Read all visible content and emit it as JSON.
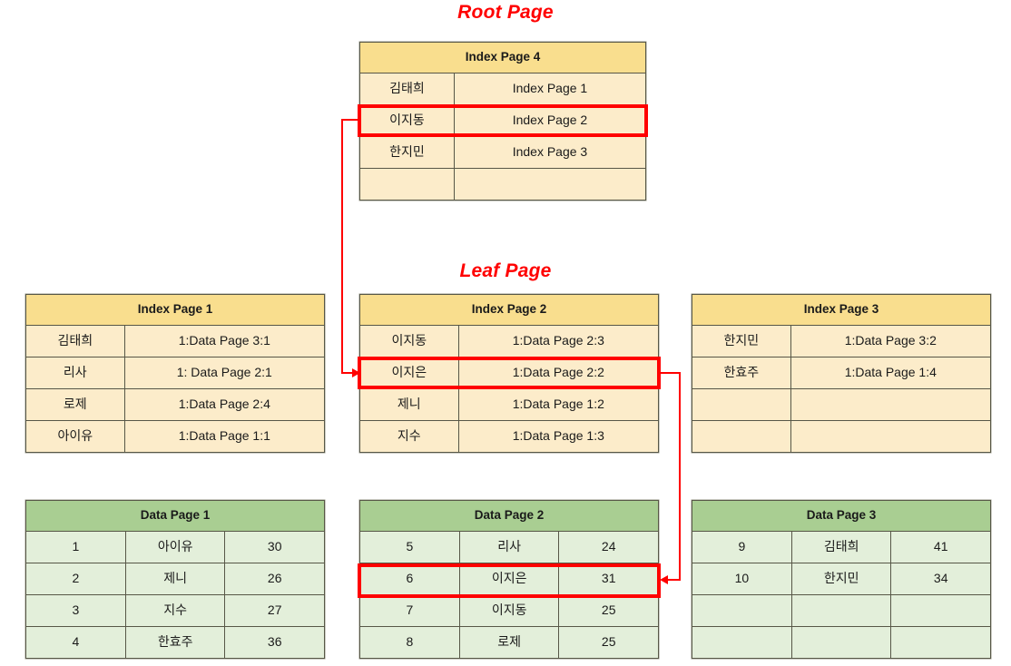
{
  "titles": {
    "root": "Root Page",
    "leaf": "Leaf Page"
  },
  "colors": {
    "index_header": "#F9DE8E",
    "index_cell": "#FCECCA",
    "data_header": "#A9CE92",
    "data_cell": "#E3EFDA",
    "highlight": "#FF0000",
    "title_text": "#FF0000",
    "border": "#575747"
  },
  "root_page": {
    "title": "Index Page 4",
    "rows": [
      {
        "key": "김태희",
        "pointer": "Index Page 1",
        "highlighted": false
      },
      {
        "key": "이지동",
        "pointer": "Index Page 2",
        "highlighted": true
      },
      {
        "key": "한지민",
        "pointer": "Index Page 3",
        "highlighted": false
      },
      {
        "key": "",
        "pointer": "",
        "highlighted": false
      }
    ]
  },
  "leaf_pages": [
    {
      "title": "Index Page 1",
      "rows": [
        {
          "key": "김태희",
          "pointer": "1:Data Page 3:1",
          "highlighted": false
        },
        {
          "key": "리사",
          "pointer": "1: Data Page 2:1",
          "highlighted": false
        },
        {
          "key": "로제",
          "pointer": "1:Data Page 2:4",
          "highlighted": false
        },
        {
          "key": "아이유",
          "pointer": "1:Data Page 1:1",
          "highlighted": false
        }
      ]
    },
    {
      "title": "Index Page 2",
      "rows": [
        {
          "key": "이지동",
          "pointer": "1:Data Page 2:3",
          "highlighted": false
        },
        {
          "key": "이지은",
          "pointer": "1:Data Page 2:2",
          "highlighted": true
        },
        {
          "key": "제니",
          "pointer": "1:Data Page 1:2",
          "highlighted": false
        },
        {
          "key": "지수",
          "pointer": "1:Data Page 1:3",
          "highlighted": false
        }
      ]
    },
    {
      "title": "Index Page 3",
      "rows": [
        {
          "key": "한지민",
          "pointer": "1:Data Page 3:2",
          "highlighted": false
        },
        {
          "key": "한효주",
          "pointer": "1:Data Page 1:4",
          "highlighted": false
        },
        {
          "key": "",
          "pointer": "",
          "highlighted": false
        },
        {
          "key": "",
          "pointer": "",
          "highlighted": false
        }
      ]
    }
  ],
  "data_pages": [
    {
      "title": "Data Page 1",
      "rows": [
        {
          "id": "1",
          "name": "아이유",
          "age": "30",
          "highlighted": false
        },
        {
          "id": "2",
          "name": "제니",
          "age": "26",
          "highlighted": false
        },
        {
          "id": "3",
          "name": "지수",
          "age": "27",
          "highlighted": false
        },
        {
          "id": "4",
          "name": "한효주",
          "age": "36",
          "highlighted": false
        }
      ]
    },
    {
      "title": "Data Page 2",
      "rows": [
        {
          "id": "5",
          "name": "리사",
          "age": "24",
          "highlighted": false
        },
        {
          "id": "6",
          "name": "이지은",
          "age": "31",
          "highlighted": true
        },
        {
          "id": "7",
          "name": "이지동",
          "age": "25",
          "highlighted": false
        },
        {
          "id": "8",
          "name": "로제",
          "age": "25",
          "highlighted": false
        }
      ]
    },
    {
      "title": "Data Page 3",
      "rows": [
        {
          "id": "9",
          "name": "김태희",
          "age": "41",
          "highlighted": false
        },
        {
          "id": "10",
          "name": "한지민",
          "age": "34",
          "highlighted": false
        },
        {
          "id": "",
          "name": "",
          "age": "",
          "highlighted": false
        },
        {
          "id": "",
          "name": "",
          "age": "",
          "highlighted": false
        }
      ]
    }
  ],
  "arrows": [
    {
      "name": "arrow-root-to-leaf",
      "from": "Index Page 4 / 이지동 (Index Page 2)",
      "to": "Index Page 2 / 이지은"
    },
    {
      "name": "arrow-leaf-to-data",
      "from": "Index Page 2 / 이지은 (1:Data Page 2:2)",
      "to": "Data Page 2 / row 6 이지은"
    }
  ]
}
